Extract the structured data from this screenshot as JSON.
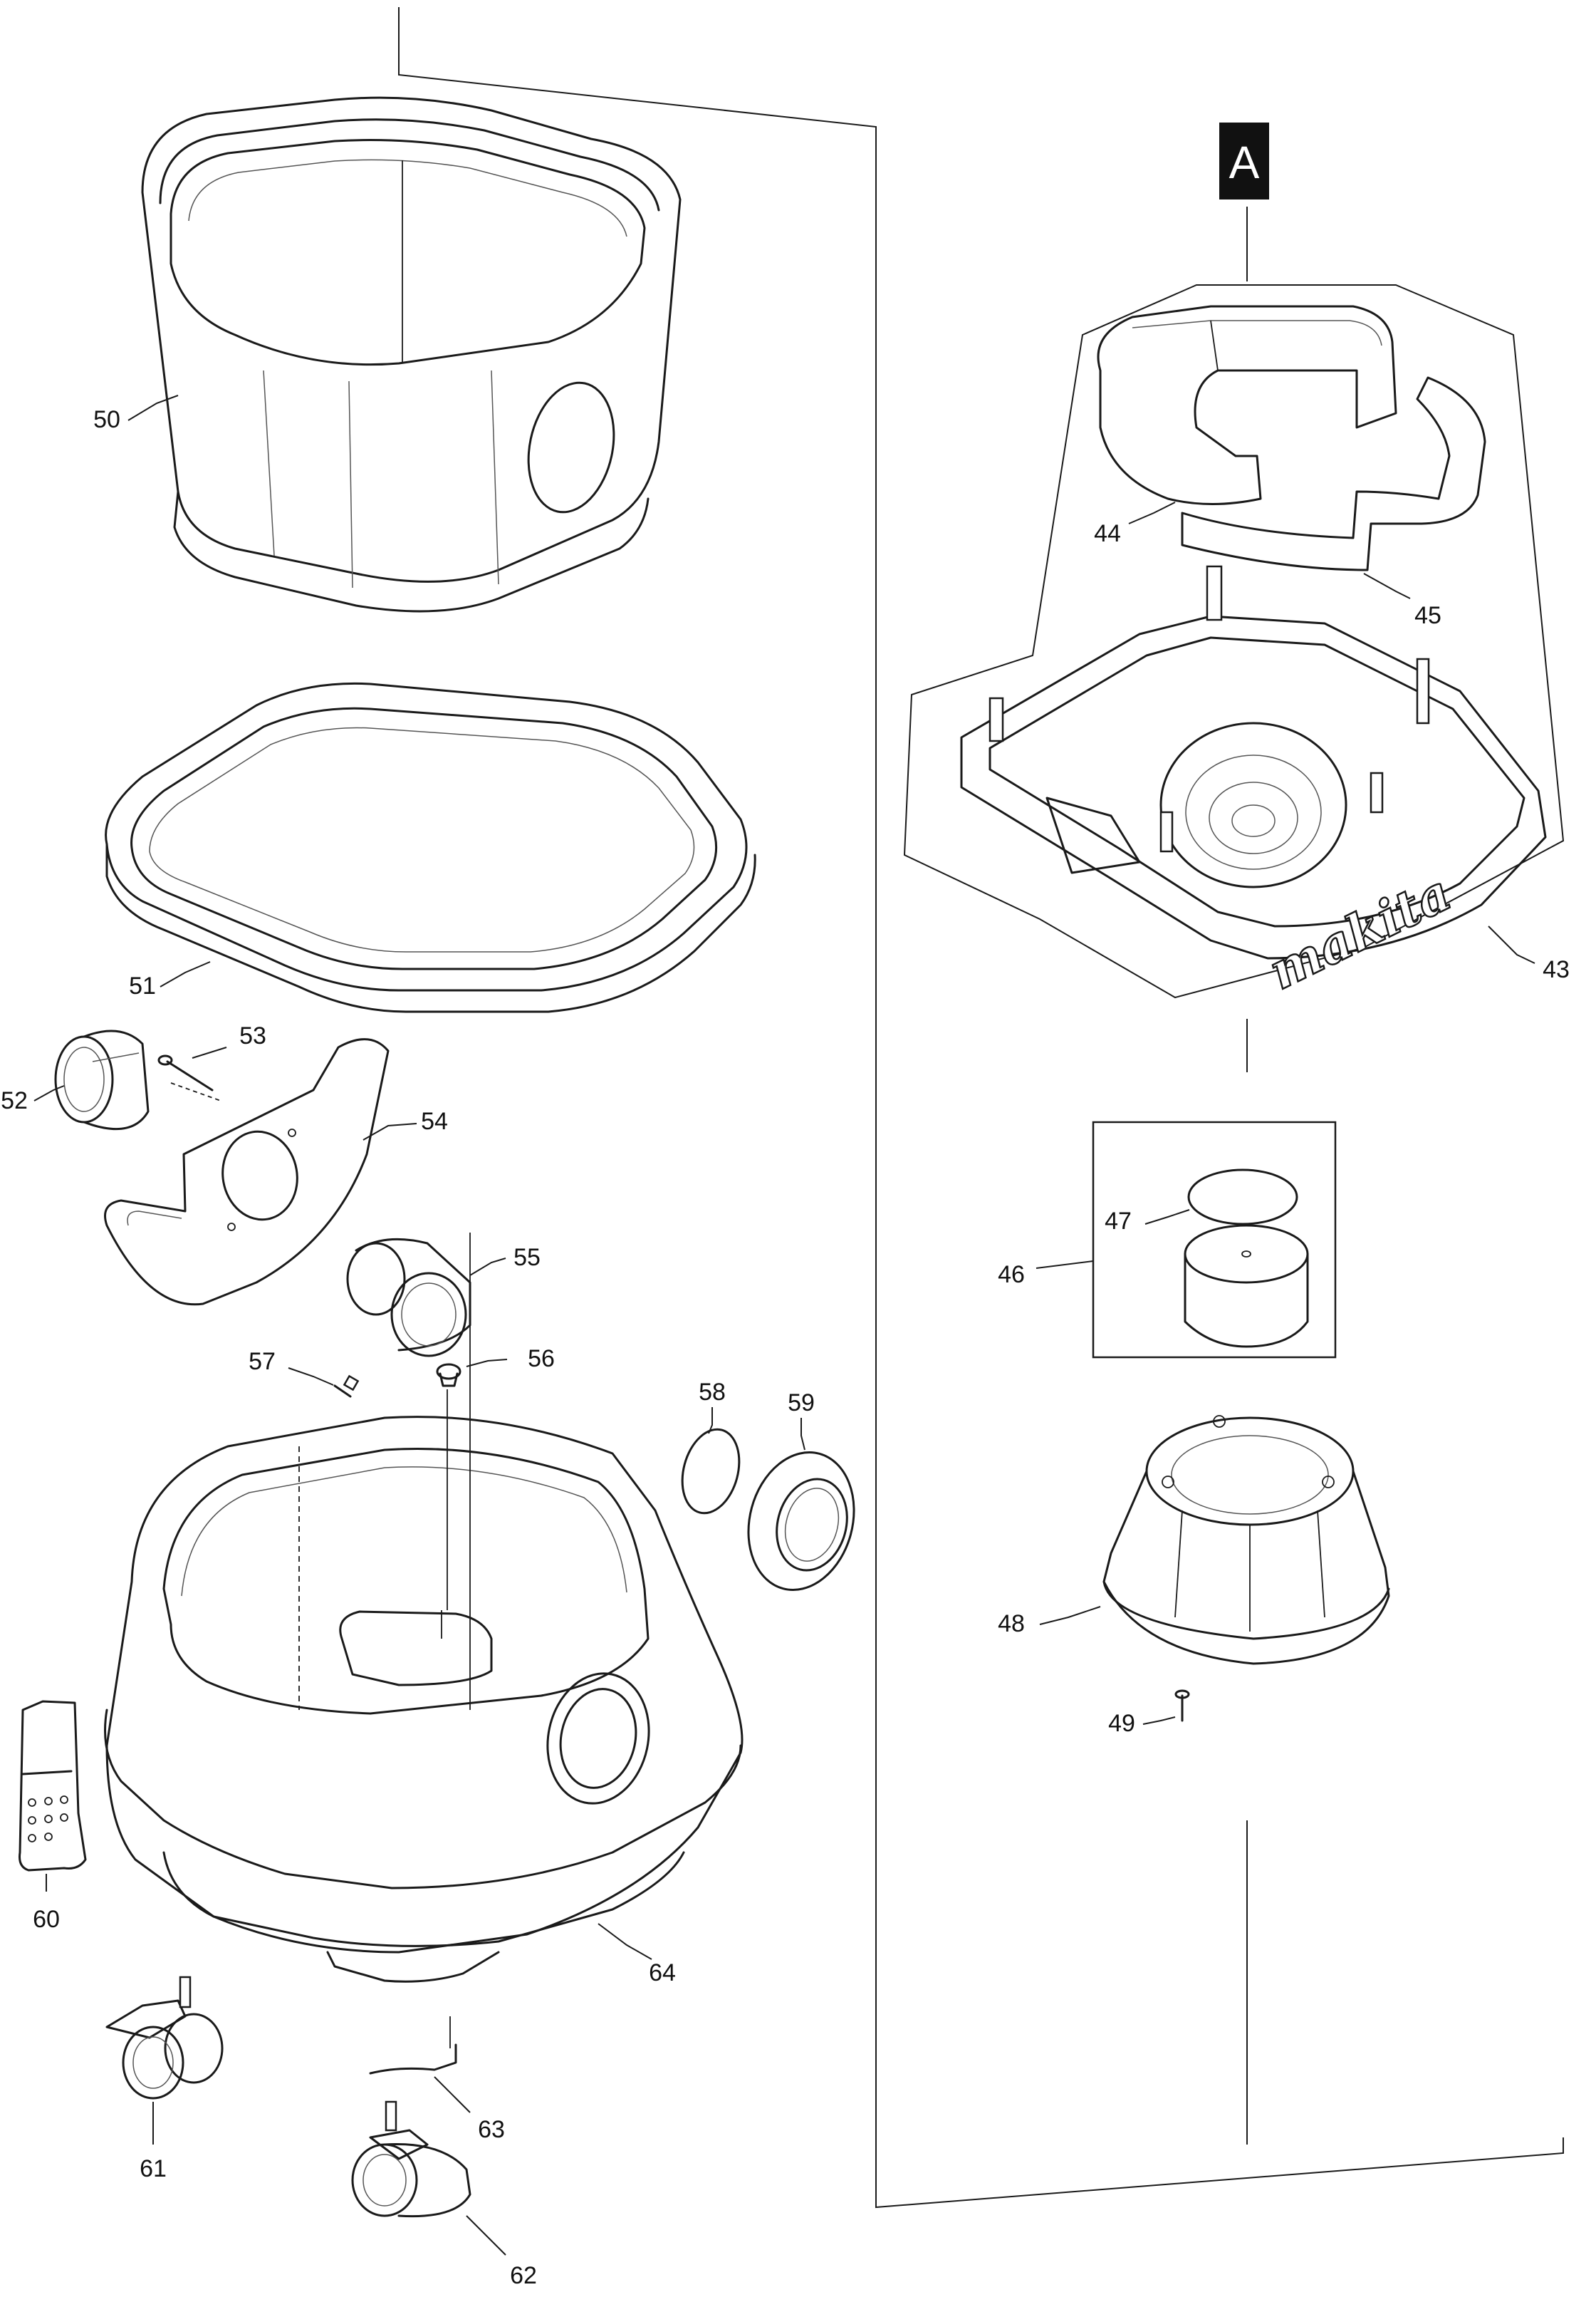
{
  "diagram": {
    "section_tag": "A",
    "brand": "makita",
    "part_numbers": [
      "43",
      "44",
      "45",
      "46",
      "47",
      "48",
      "49",
      "50",
      "51",
      "52",
      "53",
      "54",
      "55",
      "56",
      "57",
      "58",
      "59",
      "60",
      "61",
      "62",
      "63",
      "64"
    ]
  }
}
